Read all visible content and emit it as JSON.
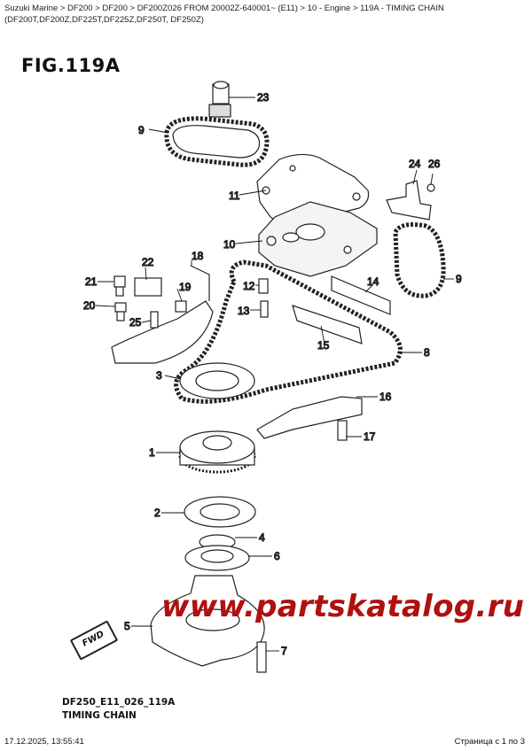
{
  "breadcrumb": "Suzuki Marine > DF200 > DF200 > DF200Z026 FROM 20002Z-640001~ (E11) > 10 - Engine > 119A - TIMING CHAIN (DF200T,DF200Z,DF225T,DF225Z,DF250T, DF250Z)",
  "figure_title": "FIG.119A",
  "callouts": [
    "23",
    "9",
    "24",
    "26",
    "11",
    "10",
    "9",
    "22",
    "18",
    "21",
    "19",
    "12",
    "14",
    "20",
    "13",
    "25",
    "15",
    "8",
    "3",
    "16",
    "17",
    "1",
    "2",
    "4",
    "6",
    "5",
    "7"
  ],
  "watermark": "www.partskatalog.ru",
  "forward_label": "FWD",
  "diagram_code": "DF250_E11_026_119A",
  "caption": "TIMING CHAIN",
  "footer": {
    "timestamp": "17.12.2025, 13:55:41",
    "page": "Страница с 1 по 3"
  },
  "colors": {
    "callout": "#7a1010",
    "watermark": "#b01010",
    "line": "#222222"
  }
}
